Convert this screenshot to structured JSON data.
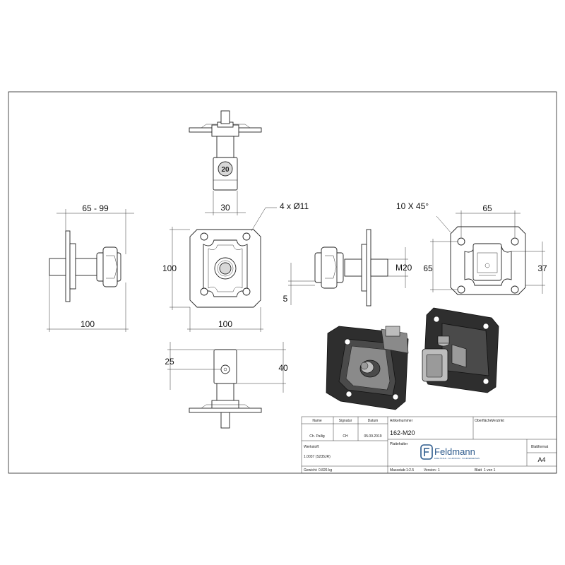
{
  "dimensions": {
    "d_65_99": "65 - 99",
    "d_100_side": "100",
    "d_30": "30",
    "d_holes": "4 x Ø11",
    "d_100_h": "100",
    "d_100_w": "100",
    "d_m20": "M20",
    "d_5": "5",
    "d_25": "25",
    "d_40": "40",
    "d_chamfer": "10 X 45°",
    "d_65_top": "65",
    "d_65_left": "65",
    "d_37": "37",
    "nut_label": "20"
  },
  "title_block": {
    "h_name": "Name",
    "h_signatur": "Signatur",
    "h_datum": "Datum",
    "name": "Ch. Pallig",
    "signatur": "CH",
    "datum": "05.09.2019",
    "h_artikelnummer": "Artikelnummer",
    "artikelnummer": "162-M20",
    "h_oberflaeche": "Oberfläche:",
    "oberflaeche": "Verzinkt",
    "h_werkstoff": "Werkstoff:",
    "werkstoff": "1.0037 (S235JR)",
    "h_gewicht": "Gewicht:",
    "gewicht": "0.826 kg",
    "h_benennung": "Plattehalter",
    "logo_text": "Feldmann",
    "logo_tagline": "EDELSTAHL · ALUMINIUM · SCHMIEDEEISEN",
    "h_blattformat": "Blattformat",
    "blattformat": "A4",
    "h_massstab": "Massstab:",
    "massstab": "1:2.5",
    "h_version": "Version:",
    "version": "1",
    "h_blatt": "Blatt",
    "blatt": "1 von 1"
  }
}
